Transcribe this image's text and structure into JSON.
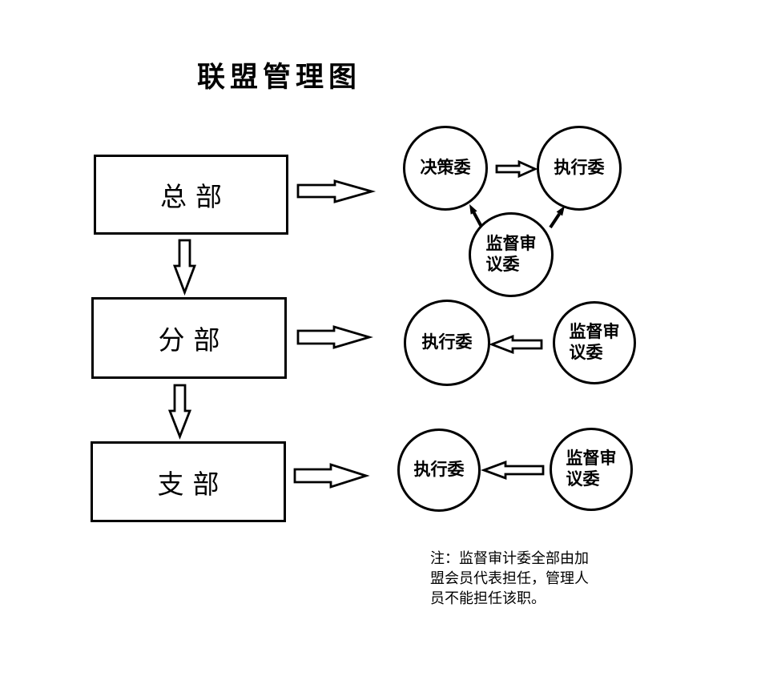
{
  "title": "联盟管理图",
  "levels": [
    {
      "label": "总部"
    },
    {
      "label": "分部"
    },
    {
      "label": "支部"
    }
  ],
  "top_row": {
    "decision": "决策委",
    "executive": "执行委",
    "supervision": {
      "line1": "监督审",
      "line2": "议委"
    }
  },
  "middle_row": {
    "executive": "执行委",
    "supervision": {
      "line1": "监督审",
      "line2": "议委"
    }
  },
  "bottom_row": {
    "executive": "执行委",
    "supervision": {
      "line1": "监督审",
      "line2": "议委"
    }
  },
  "note": {
    "lines": [
      "注：监督审计委全部由加",
      "盟会员代表担任，管理人",
      "员不能担任该职。"
    ]
  },
  "colors": {
    "ink": "#000000",
    "background": "#ffffff"
  }
}
